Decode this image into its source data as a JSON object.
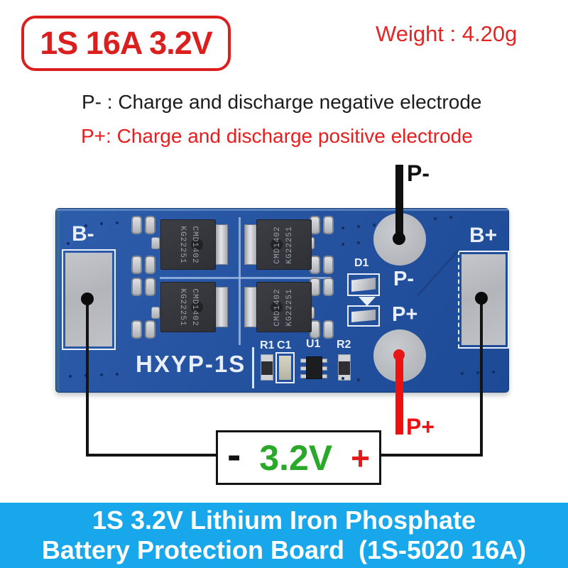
{
  "badge": {
    "label": "1S 16A 3.2V"
  },
  "weight": {
    "label": "Weight : 4.20g"
  },
  "legend": {
    "negative": "P- : Charge and discharge negative electrode",
    "positive": "P+: Charge and discharge positive electrode"
  },
  "wires": {
    "p_minus": "P-",
    "p_plus": "P+"
  },
  "board": {
    "b_minus": "B-",
    "b_plus": "B+",
    "p_minus": "P-",
    "p_plus": "P+",
    "model": "HXYP-1S",
    "d1": "D1",
    "r1": "R1",
    "c1": "C1",
    "u1": "U1",
    "r2": "R2",
    "mosfet_line1": "CMD1402",
    "mosfet_line2": "KG22251"
  },
  "battery": {
    "minus": "-",
    "voltage": "3.2V",
    "plus": "+"
  },
  "footer": {
    "line1": "1S 3.2V Lithium Iron Phosphate",
    "line2": "Battery Protection Board  (1S-5020 16A)"
  },
  "colors": {
    "red": "#e01f1f",
    "green": "#29a829",
    "banner_blue": "#18a7ea",
    "board_blue": "#2456a3"
  }
}
